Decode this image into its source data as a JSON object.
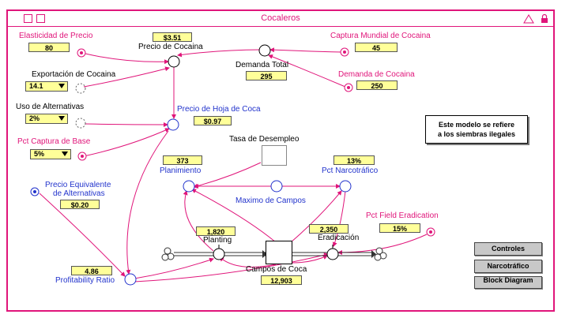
{
  "window": {
    "title": "Cocaleros"
  },
  "note": {
    "line1": "Este modelo se refiere",
    "line2": "a los siembras ilegales"
  },
  "nodes": {
    "elasticidad": {
      "label": "Elasticidad de Precio",
      "value": "80"
    },
    "precio_cocaina": {
      "label": "Precio de Cocaina",
      "value": "$3.51"
    },
    "demanda_total": {
      "label": "Demanda Total",
      "value": "295"
    },
    "captura_mundial": {
      "label": "Captura Mundial de Cocaina",
      "value": "45"
    },
    "demanda_cocaina": {
      "label": "Demanda de Cocaina",
      "value": "250"
    },
    "exportacion": {
      "label": "Exportación de Cocaina",
      "value": "14.1"
    },
    "uso_alternativas": {
      "label": "Uso de Alternativas",
      "value": "2%"
    },
    "precio_hoja": {
      "label": "Precio de Hoja de Coca",
      "value": "$0.97"
    },
    "pct_captura_base": {
      "label": "Pct Captura de Base",
      "value": "5%"
    },
    "tasa_desempleo": {
      "label": "Tasa de Desempleo"
    },
    "planimiento": {
      "label": "Planimiento",
      "value": "373"
    },
    "pct_narcotrafico": {
      "label": "Pct Narcotráfico",
      "value": "13%"
    },
    "maximo_campos": {
      "label": "Maximo de Campos"
    },
    "precio_equivalente": {
      "label_line1": "Precio Equivalente",
      "label_line2": "de Alternativas",
      "value": "$0.20"
    },
    "planting": {
      "label": "Planting",
      "value": "1,820"
    },
    "eradicacion": {
      "label": "Eradicación",
      "value": "2,350"
    },
    "pct_field_eradication": {
      "label": "Pct Field Eradication",
      "value": "15%"
    },
    "profitability": {
      "label": "Profitability Ratio",
      "value": "4.86"
    },
    "campos_coca": {
      "label": "Campos de Coca",
      "value": "12,903"
    }
  },
  "buttons": {
    "controles": "Controles",
    "narcotrafico": "Narcotráfico",
    "block_diagram": "Block Diagram"
  },
  "colors": {
    "pink": "#e0157a",
    "blue": "#2233cc",
    "value_bg": "#ffff99"
  }
}
